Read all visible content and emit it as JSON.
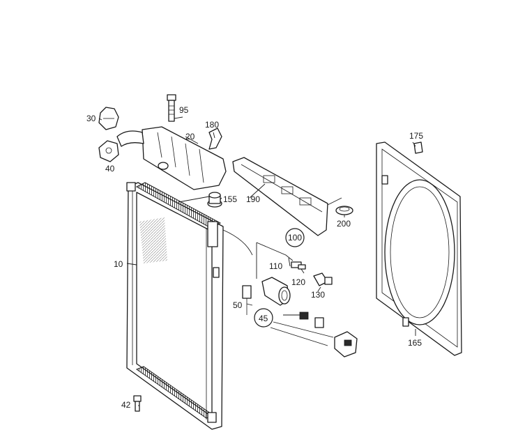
{
  "labels": {
    "p10": "10",
    "p20": "20",
    "p30": "30",
    "p40": "40",
    "p42": "42",
    "p45": "45",
    "p50": "50",
    "p95": "95",
    "p100": "100",
    "p110": "110",
    "p120": "120",
    "p130": "130",
    "p155": "155",
    "p165": "165",
    "p175": "175",
    "p180": "180",
    "p190": "190",
    "p200": "200"
  },
  "colors": {
    "line": "#1a1a1a",
    "background": "#ffffff",
    "hatch": "#9a9a9a"
  }
}
